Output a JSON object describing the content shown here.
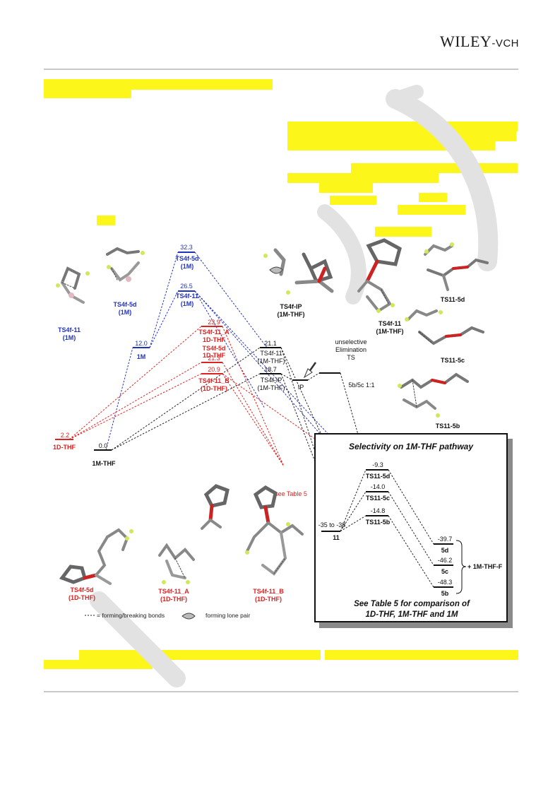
{
  "header": {
    "publisher_main": "WILEY",
    "publisher_suffix": "-VCH"
  },
  "labels": {
    "blue_mol_1": [
      "TS4f-11",
      "(1M)"
    ],
    "blue_mol_2": [
      "TS4f-5d",
      "(1M)"
    ],
    "ts4f5d_1m": [
      "TS4f-5d",
      "(1M)"
    ],
    "ts4f11_1m": [
      "TS4f-11",
      "(1M)"
    ],
    "m1": "1M",
    "ts4f11a_1dthf": [
      "TS4f-11_A",
      "1D-THF"
    ],
    "ts4f5d_1dthf": [
      "TS4f-5d",
      "1D-THF"
    ],
    "ts4f11b_1dthf": [
      "TS4f-11_B",
      "(1D-THF)"
    ],
    "d1thf": "1D-THF",
    "m1thf": "1M-THF",
    "ts4f11_1mthf_c": [
      "TS4f-11",
      "(1M-THF)"
    ],
    "ts4fip_1mthf": [
      "TS4f-IP",
      "(1M-THF)"
    ],
    "ip": "IP",
    "unselective": [
      "unselective",
      "Elimination",
      "TS"
    ],
    "ratio": "5b/5c 1:1",
    "mol_ts4fip": [
      "TS4f-IP",
      "(1M-THF)"
    ],
    "mol_ts4f11": [
      "TS4f-11",
      "(1M-THF)"
    ],
    "mol_ts115d": "TS11-5d",
    "mol_ts115c": "TS11-5c",
    "mol_ts115b": "TS11-5b",
    "see_table": "see Table 5",
    "bottom_ts4f5d": [
      "TS4f-5d",
      "(1D-THF)"
    ],
    "bottom_ts4f11a": [
      "TS4f-11_A",
      "(1D-THF)"
    ],
    "bottom_ts4f11b": [
      "TS4f-11_B",
      "(1D-THF)"
    ],
    "legend_bonds": "= forming/breaking bonds",
    "legend_lonepair": "forming lone pair"
  },
  "energies": {
    "e_323": "32.3",
    "e_265": "26.5",
    "e_120": "12.0",
    "e_239": "23.9",
    "e_213": "21.3",
    "e_209": "20.9",
    "e_22": "2.2",
    "e_00": "0.0",
    "e_211": "21.1",
    "e_187": "18.7"
  },
  "inset": {
    "title": "Selectivity on 1M-THF pathway",
    "level_11": "-35 to -38",
    "label_11": "11",
    "ts115d_e": "-9.3",
    "ts115d": "TS11-5d",
    "ts115c_e": "-14.0",
    "ts115c": "TS11-5c",
    "ts115b_e": "-14.8",
    "ts115b": "TS11-5b",
    "p5d_e": "-39.7",
    "p5d": "5d",
    "p5c_e": "-46.2",
    "p5c": "5c",
    "p5b_e": "-48.3",
    "p5b": "5b",
    "coproduct": "+ 1M-THF-F",
    "note_line1": "See Table 5 for comparison of",
    "note_line2": "1D-THF, 1M-THF and 1M"
  },
  "colors": {
    "blue": "#2233bb",
    "red": "#dd2222",
    "black": "#111111",
    "highlight": "#fdf61a"
  }
}
